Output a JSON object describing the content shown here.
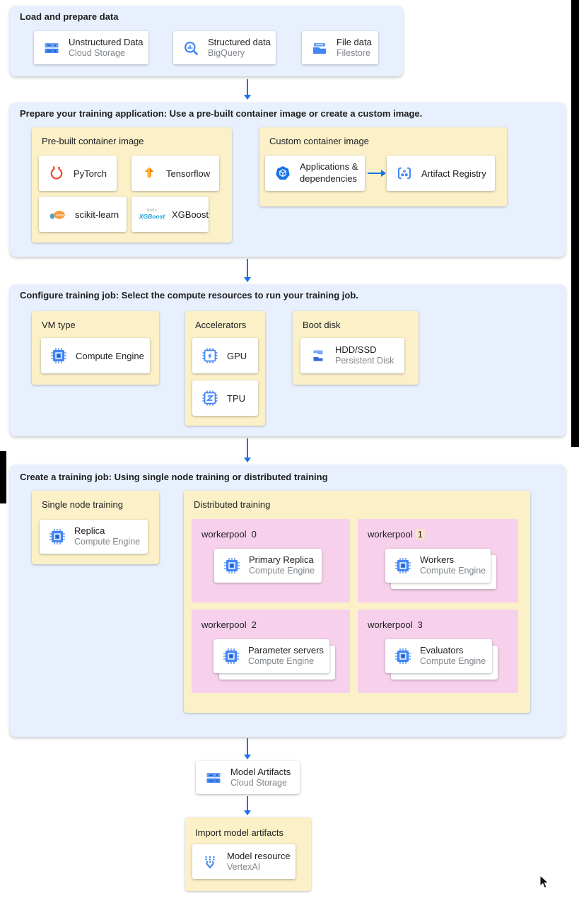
{
  "colors": {
    "section_background": "#e8f0fe",
    "group_background": "#fbf0c7",
    "workerpool_background": "#f7d0eb",
    "card_background": "#ffffff",
    "arrow_blue": "#1a73e8",
    "primary_icon_blue": "#4285f4",
    "title_text": "#202124",
    "secondary_text": "#80868b",
    "workerpool1_number_highlight": "#fbe2cf"
  },
  "load": {
    "title": "Load and prepare data",
    "cards": [
      {
        "title": "Unstructured Data",
        "subtitle": "Cloud Storage",
        "icon": "cloud-storage-icon"
      },
      {
        "title": "Structured data",
        "subtitle": "BigQuery",
        "icon": "bigquery-icon"
      },
      {
        "title": "File data",
        "subtitle": "Filestore",
        "icon": "filestore-icon"
      }
    ]
  },
  "prepare": {
    "title": "Prepare your training application: Use a pre-built container image or create a custom image.",
    "prebuilt": {
      "title": "Pre-built container image",
      "cards": [
        {
          "label": "PyTorch",
          "icon": "pytorch-icon"
        },
        {
          "label": "Tensorflow",
          "icon": "tensorflow-icon"
        },
        {
          "label": "scikit-learn",
          "icon": "scikit-learn-icon"
        },
        {
          "label": "XGBoost",
          "icon": "xgboost-icon"
        }
      ]
    },
    "custom": {
      "title": "Custom container image",
      "cards": [
        {
          "label": "Applications & dependencies",
          "icon": "applications-dependencies-icon"
        },
        {
          "label": "Artifact Registry",
          "icon": "artifact-registry-icon"
        }
      ]
    }
  },
  "configure": {
    "title": "Configure training job: Select the compute resources to run your training job.",
    "vm_type": {
      "title": "VM type",
      "card": {
        "label": "Compute Engine",
        "icon": "compute-engine-icon"
      }
    },
    "accelerators": {
      "title": "Accelerators",
      "cards": [
        {
          "label": "GPU",
          "icon": "gpu-icon"
        },
        {
          "label": "TPU",
          "icon": "tpu-icon"
        }
      ]
    },
    "boot_disk": {
      "title": "Boot disk",
      "card": {
        "title": "HDD/SSD",
        "subtitle": "Persistent Disk",
        "icon": "persistent-disk-icon"
      }
    }
  },
  "create": {
    "title": "Create a training job: Using single node training or distributed training",
    "single": {
      "title": "Single node training",
      "card": {
        "title": "Replica",
        "subtitle": "Compute Engine",
        "icon": "compute-engine-icon"
      }
    },
    "distributed": {
      "title": "Distributed training",
      "pools": [
        {
          "name": "workerpool",
          "number": "0",
          "card": {
            "title": "Primary Replica",
            "subtitle": "Compute Engine",
            "icon": "compute-engine-icon"
          }
        },
        {
          "name": "workerpool",
          "number": "1",
          "card": {
            "title": "Workers",
            "subtitle": "Compute Engine",
            "icon": "compute-engine-icon"
          }
        },
        {
          "name": "workerpool",
          "number": "2",
          "card": {
            "title": "Parameter servers",
            "subtitle": "Compute Engine",
            "icon": "compute-engine-icon"
          }
        },
        {
          "name": "workerpool",
          "number": "3",
          "card": {
            "title": "Evaluators",
            "subtitle": "Compute Engine",
            "icon": "compute-engine-icon"
          }
        }
      ]
    }
  },
  "model_artifacts": {
    "title": "Model Artifacts",
    "subtitle": "Cloud Storage",
    "icon": "cloud-storage-icon"
  },
  "import_model": {
    "title": "Import model artifacts",
    "card": {
      "title": "Model resource",
      "subtitle": "VertexAI",
      "icon": "vertex-ai-model-icon"
    }
  }
}
